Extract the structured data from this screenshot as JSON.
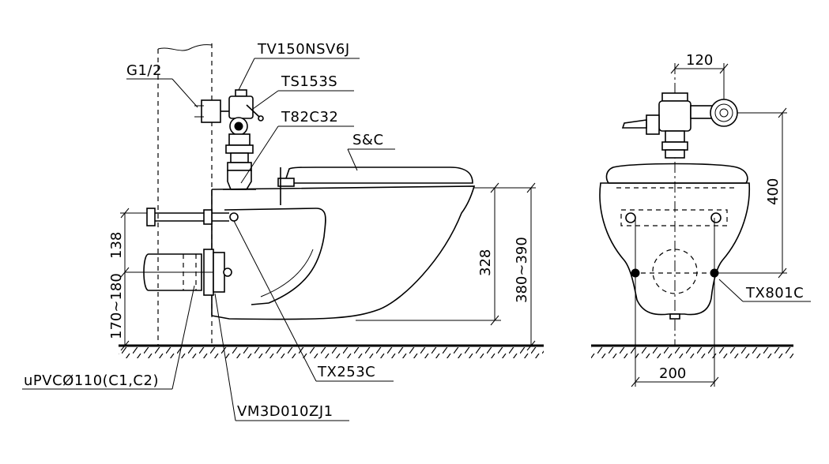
{
  "side_view": {
    "labels": {
      "g12": "G1/2",
      "tv150": "TV150NSV6J",
      "ts153": "TS153S",
      "t82": "T82C32",
      "sc": "S&C",
      "upvc": "uPVCØ110(C1,C2)",
      "vm3": "VM3D010ZJ1",
      "tx253": "TX253C"
    },
    "dimensions": {
      "d138": "138",
      "d170_180": "170~180",
      "d328": "328",
      "d380_390": "380~390"
    }
  },
  "front_view": {
    "labels": {
      "tx801": "TX801C"
    },
    "dimensions": {
      "d120": "120",
      "d400": "400",
      "d200": "200"
    }
  }
}
